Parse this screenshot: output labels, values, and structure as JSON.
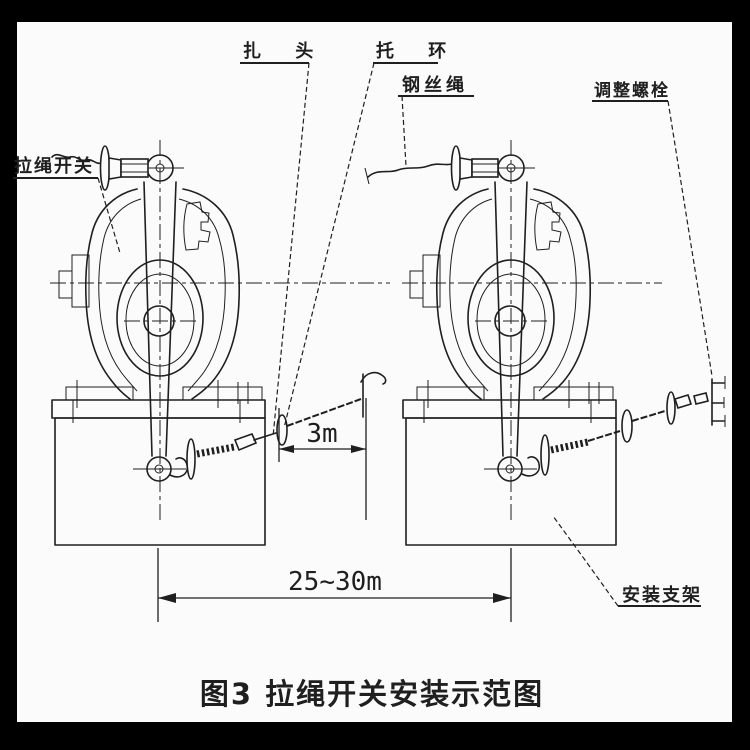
{
  "figure": {
    "caption": "图3 拉绳开关安装示范图"
  },
  "labels": {
    "clamp_head": "扎 头",
    "support_ring": "托 环",
    "wire_rope": "钢丝绳",
    "adjust_bolt": "调整螺栓",
    "pull_rope_switch": "拉绳开关",
    "mounting_bracket": "安装支架"
  },
  "dimensions": {
    "ring_spacing": "3m",
    "switch_spacing": "25~30m"
  },
  "colors": {
    "line": "#1f1f1f",
    "background": "#fbfbfb",
    "frame": "#000000"
  }
}
